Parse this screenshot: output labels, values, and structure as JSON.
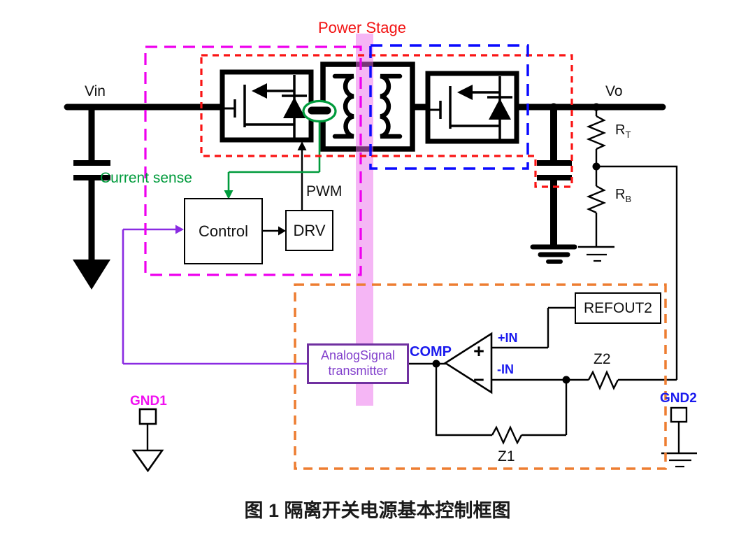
{
  "figure": {
    "caption": "图 1 隔离开关电源基本控制框图"
  },
  "labels": {
    "power_stage": "Power Stage",
    "vin": "Vin",
    "vo": "Vo",
    "current_sense": "Current sense",
    "pwm": "PWM",
    "comp": "COMP",
    "plus_in": "+IN",
    "minus_in": "-IN",
    "z1": "Z1",
    "z2": "Z2",
    "gnd1": "GND1",
    "gnd2": "GND2",
    "rt": {
      "base": "R",
      "sub": "T"
    },
    "rb": {
      "base": "R",
      "sub": "B"
    }
  },
  "blocks": {
    "control": "Control",
    "drv": "DRV",
    "refout2": "REFOUT2",
    "transmitter": {
      "line1": "AnalogSignal",
      "line2": "transmitter"
    }
  },
  "opamp": {
    "plus": "+",
    "minus": "−"
  },
  "colors": {
    "power_stage_label": "#F21414",
    "primary_region_dash": "#EE00EE",
    "power_stage_region_dash": "#FA1414",
    "secondary_region_dash": "#0A0AFF",
    "feedback_region_dash": "#ED7D31",
    "isolation_barrier": "#EC6EEC",
    "current_sense_wire": "#009B3C",
    "compensation_wire": "#8A2BE2",
    "transmitter_box_border": "#7030A0",
    "signal_label_blue": "#1A1AEE",
    "gnd1_label_magenta": "#F010F0"
  }
}
